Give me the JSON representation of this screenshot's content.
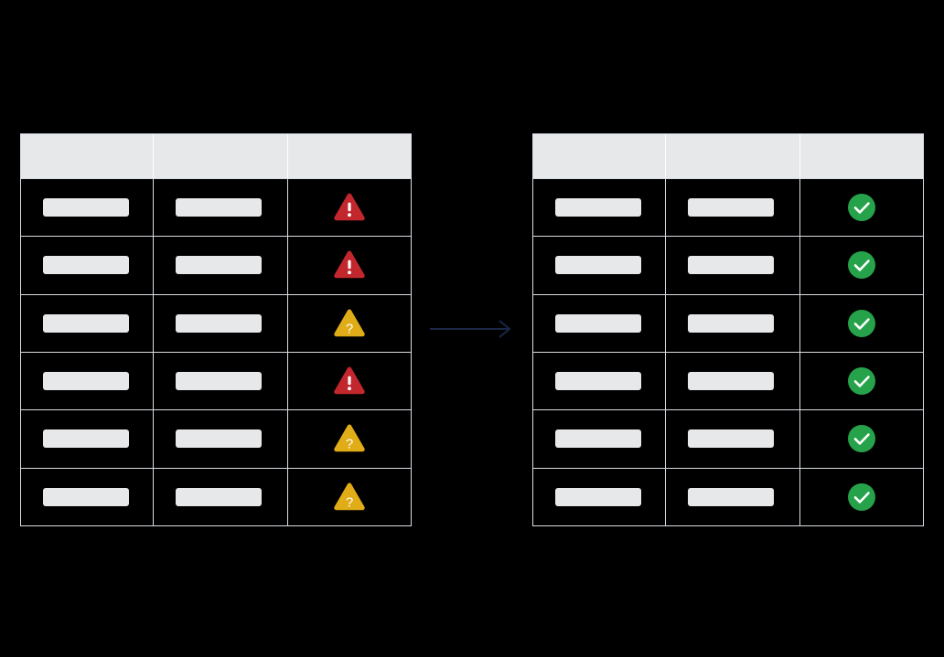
{
  "diagram": {
    "type": "before-after-transformation",
    "background_color": "#000000",
    "connector": {
      "name": "flow-arrow",
      "direction": "left-to-right",
      "color": "#1a2747",
      "style": "solid-thin-open-head"
    },
    "palette": {
      "table_border": "#d9dde2",
      "header_fill": "#e6e8ea",
      "placeholder_fill": "#e6e8ea",
      "error_red": "#c1272d",
      "warning_yellow": "#e0ac18",
      "success_green": "#26a34a",
      "icon_glyph": "#ffffff"
    },
    "tables": [
      {
        "id": "table-before",
        "name": "before-table",
        "columns": [
          {
            "name": "column-1",
            "label": ""
          },
          {
            "name": "column-2",
            "label": ""
          },
          {
            "name": "status-column",
            "label": ""
          }
        ],
        "rows": [
          {
            "col1": "",
            "col2": "",
            "status": "error",
            "status_glyph": "!"
          },
          {
            "col1": "",
            "col2": "",
            "status": "error",
            "status_glyph": "!"
          },
          {
            "col1": "",
            "col2": "",
            "status": "warning",
            "status_glyph": "?"
          },
          {
            "col1": "",
            "col2": "",
            "status": "error",
            "status_glyph": "!"
          },
          {
            "col1": "",
            "col2": "",
            "status": "warning",
            "status_glyph": "?"
          },
          {
            "col1": "",
            "col2": "",
            "status": "warning",
            "status_glyph": "?"
          }
        ]
      },
      {
        "id": "table-after",
        "name": "after-table",
        "columns": [
          {
            "name": "column-1",
            "label": ""
          },
          {
            "name": "column-2",
            "label": ""
          },
          {
            "name": "status-column",
            "label": ""
          }
        ],
        "rows": [
          {
            "col1": "",
            "col2": "",
            "status": "success",
            "status_glyph": "✓"
          },
          {
            "col1": "",
            "col2": "",
            "status": "success",
            "status_glyph": "✓"
          },
          {
            "col1": "",
            "col2": "",
            "status": "success",
            "status_glyph": "✓"
          },
          {
            "col1": "",
            "col2": "",
            "status": "success",
            "status_glyph": "✓"
          },
          {
            "col1": "",
            "col2": "",
            "status": "success",
            "status_glyph": "✓"
          },
          {
            "col1": "",
            "col2": "",
            "status": "success",
            "status_glyph": "✓"
          }
        ]
      }
    ]
  }
}
